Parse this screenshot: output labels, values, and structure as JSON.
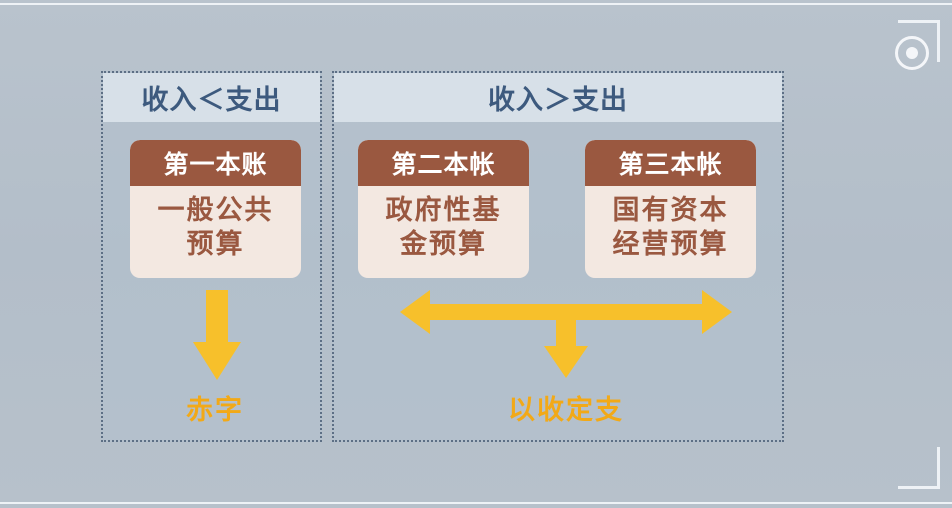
{
  "left_panel": {
    "header": "收入＜支出",
    "card": {
      "title": "第一本账",
      "body_lines": [
        "一般公共",
        "预算"
      ]
    },
    "result": "赤字"
  },
  "right_panel": {
    "header": "收入＞支出",
    "cards": [
      {
        "title": "第二本帐",
        "body_lines": [
          "政府性基",
          "金预算"
        ]
      },
      {
        "title": "第三本帐",
        "body_lines": [
          "国有资本",
          "经营预算"
        ]
      }
    ],
    "result": "以收定支"
  },
  "colors": {
    "header_text": "#3d5a7e",
    "card_title_bg": "#9a5840",
    "card_body_bg": "#f3e8e1",
    "arrow": "#f7c02b",
    "result_text": "#f2a917"
  },
  "icons": [
    "camera-icon",
    "down-arrow-icon",
    "double-arrow-icon"
  ]
}
